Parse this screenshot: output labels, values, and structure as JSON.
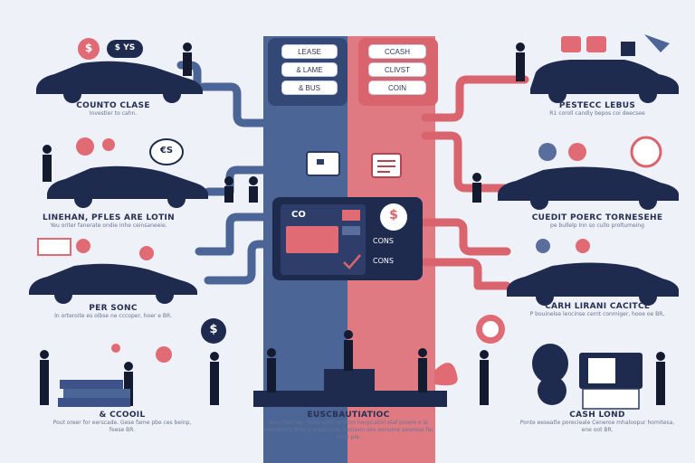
{
  "left_panel": {
    "items": [
      "LEASE",
      "& LAME",
      "& BUS"
    ]
  },
  "right_panel": {
    "items": [
      "CCASH",
      "CLIVST",
      "COIN"
    ]
  },
  "center": {
    "title": "CO",
    "items": [
      "CONS",
      "CONS"
    ],
    "dollar": "$"
  },
  "bubbles": {
    "top_left_1": "$",
    "top_left_2": "$ YS",
    "mid_left": "€S",
    "bottom_mid": "$"
  },
  "sections": {
    "top_left": {
      "title": "COUNTO CLASE",
      "sub": "Investier to cahn."
    },
    "top_right": {
      "title": "PESTECC LEBUS",
      "sub": "R1 coroll candly bepos coi deecsee"
    },
    "mid_left": {
      "title": "LINEHAN, PFLES ARE LOTIN",
      "sub": "Yeu oriter fanerate ondie Inhe ceinsaneeie."
    },
    "mid_right": {
      "title": "CUEDIT POERC TORNESEHE",
      "sub": "pe bullelp Inn so cullo proltumeing"
    },
    "lower_left": {
      "title": "PER SONC",
      "sub": "In orteroite es olbse ne cccoper, hoer e BR."
    },
    "lower_right": {
      "title": "CARH LIRANI CACITCL",
      "sub": "P bouinelse lencinse cernt conmiger, hooe oe BR,"
    },
    "bottom_left": {
      "title": "& CCOOIL",
      "sub": "Pout oreer for eerscade. Gese fame pbe ces beinp, feese BR."
    },
    "bottom_mid": {
      "title": "EUSCBAUTIATIOC",
      "sub": "Bero heenep, fiooe and cocatim heopcatiol elaf poiere e ie heeneotes dole ecelastoons. hesteon des eeriome aoeosse fer ceire pie."
    },
    "bottom_right": {
      "title": "CASH LOND",
      "sub": "Ponte eeseatle porecieale Ceneroe mhaloopur homitesa, ene oot BR."
    }
  },
  "colors": {
    "navy": "#1f2a4f",
    "blue": "#4a6596",
    "red": "#d9646e",
    "bg": "#eef1f8"
  }
}
